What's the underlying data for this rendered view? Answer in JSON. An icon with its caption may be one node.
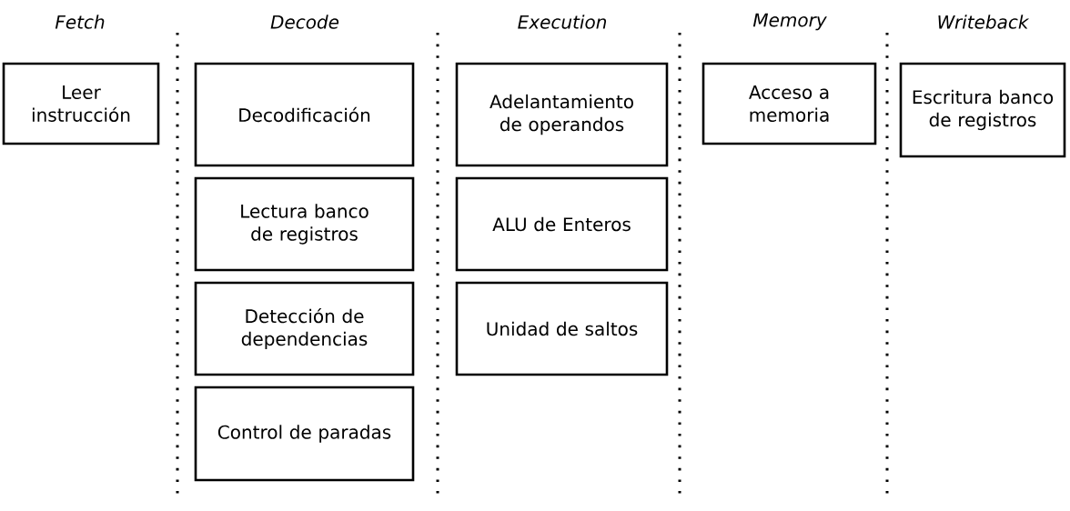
{
  "diagram": {
    "nodes": [
      {
        "text": [
          "Leer instrucción"
        ]
      },
      {
        "text": [
          "Decodificación"
        ]
      },
      {
        "text": [
          "Lectura banco de registros"
        ]
      },
      {
        "text": [
          "Detección de dependencias"
        ]
      },
      {
        "text": [
          "Control de paradas"
        ]
      },
      {
        "text": [
          "Adelantamiento de operandos"
        ]
      },
      {
        "text": [
          "ALU de Enteros"
        ]
      },
      {
        "text": [
          "Unidad de saltos"
        ]
      },
      {
        "text": [
          "Acceso a memoria"
        ]
      },
      {
        "text": [
          "Escritura banco de registros"
        ]
      }
    ],
    "labels": [
      "Fetch",
      "Decode",
      "Execution",
      "Memory",
      "Writeback"
    ]
  }
}
